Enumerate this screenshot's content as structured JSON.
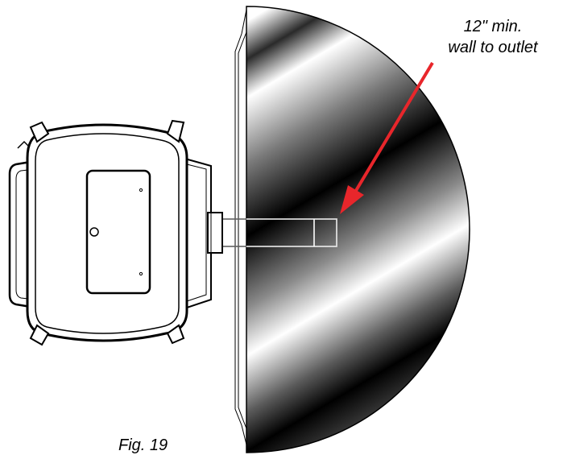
{
  "annotation": {
    "line1": "12\" min.",
    "line2": "wall to outlet"
  },
  "figure": {
    "caption": "Fig. 19"
  },
  "colors": {
    "arrow": "#e8262b",
    "outline": "#000000",
    "clearance_dark": "#000000",
    "clearance_light": "#ffffff"
  }
}
